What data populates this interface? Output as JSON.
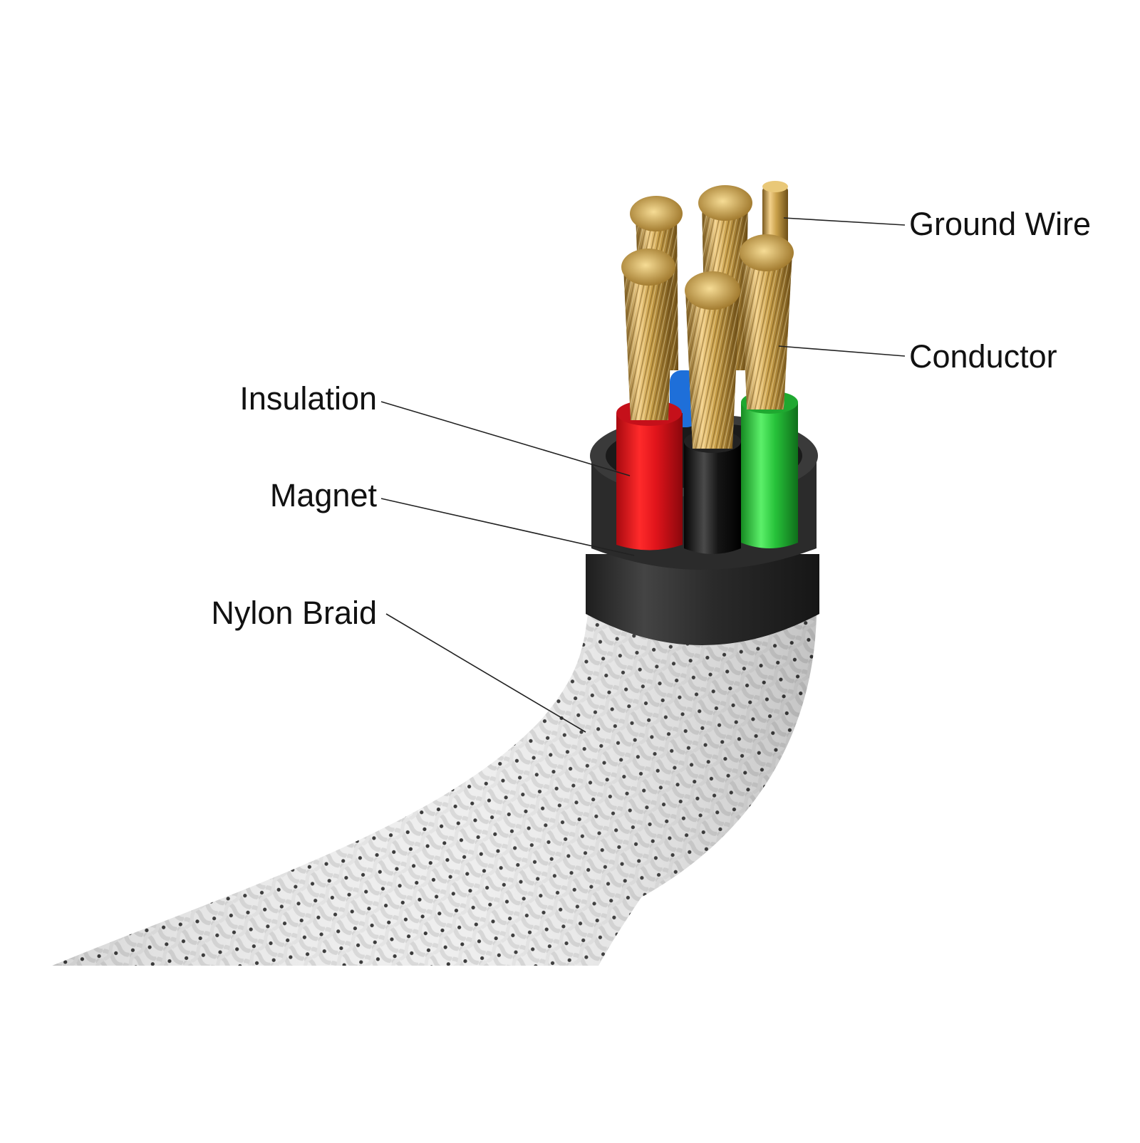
{
  "labels": {
    "ground_wire": "Ground Wire",
    "conductor": "Conductor",
    "insulation": "Insulation",
    "magnet": "Magnet",
    "nylon_braid": "Nylon Braid"
  },
  "colors": {
    "background": "#ffffff",
    "braid": "#ededed",
    "braid_dots": "#3a3a3a",
    "magnet_ring": "#2f2f2f",
    "insulation_red": "#e8141b",
    "insulation_black": "#111111",
    "insulation_green": "#27c23a",
    "insulation_blue": "#1e6fd9",
    "copper": "#c9a04a",
    "leader_line": "#222222",
    "text": "#111111"
  }
}
